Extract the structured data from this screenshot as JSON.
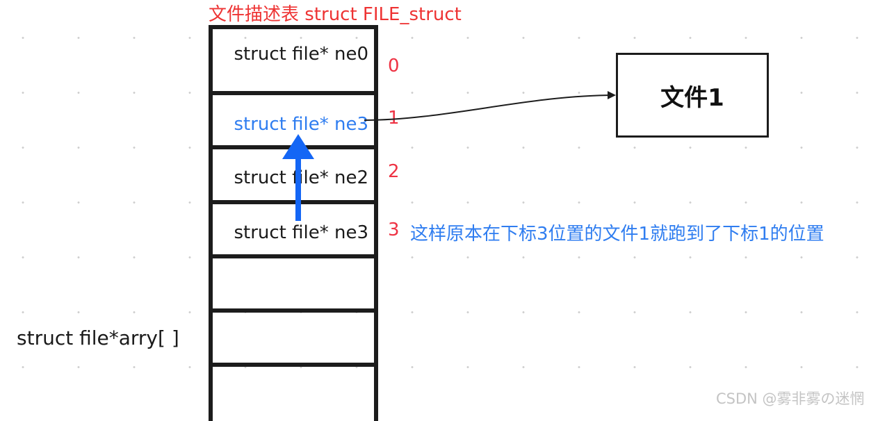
{
  "title": "文件描述表 struct FILE_struct",
  "rows": [
    {
      "label": "struct file* ne0",
      "index": "0"
    },
    {
      "label": "struct file* ne3",
      "index": "1"
    },
    {
      "label": "struct file* ne2",
      "index": "2"
    },
    {
      "label": "struct file* ne3",
      "index": "3"
    },
    {
      "label": "",
      "index": ""
    },
    {
      "label": "",
      "index": ""
    },
    {
      "label": "",
      "index": ""
    }
  ],
  "file_box": "文件1",
  "note": "这样原本在下标3位置的文件1就跑到了下标1的位置",
  "array_label": "struct file*arry[ ]",
  "watermark": "CSDN @雾非雾の迷惘",
  "colors": {
    "title": "#ee3333",
    "index": "#ee3344",
    "highlight": "#2f7df0",
    "arrow_up": "#1466f5"
  }
}
